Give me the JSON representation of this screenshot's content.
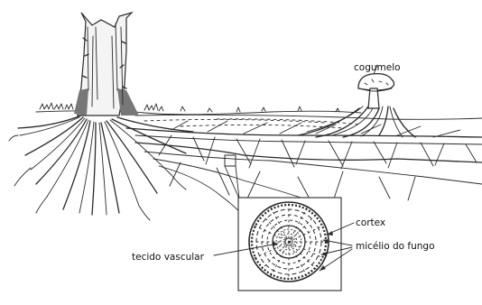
{
  "labels": {
    "mushroom": "cogumelo",
    "cortex": "cortex",
    "vascular_tissue": "tecido vascular",
    "fungal_mycelium": "micélio do fungo"
  }
}
